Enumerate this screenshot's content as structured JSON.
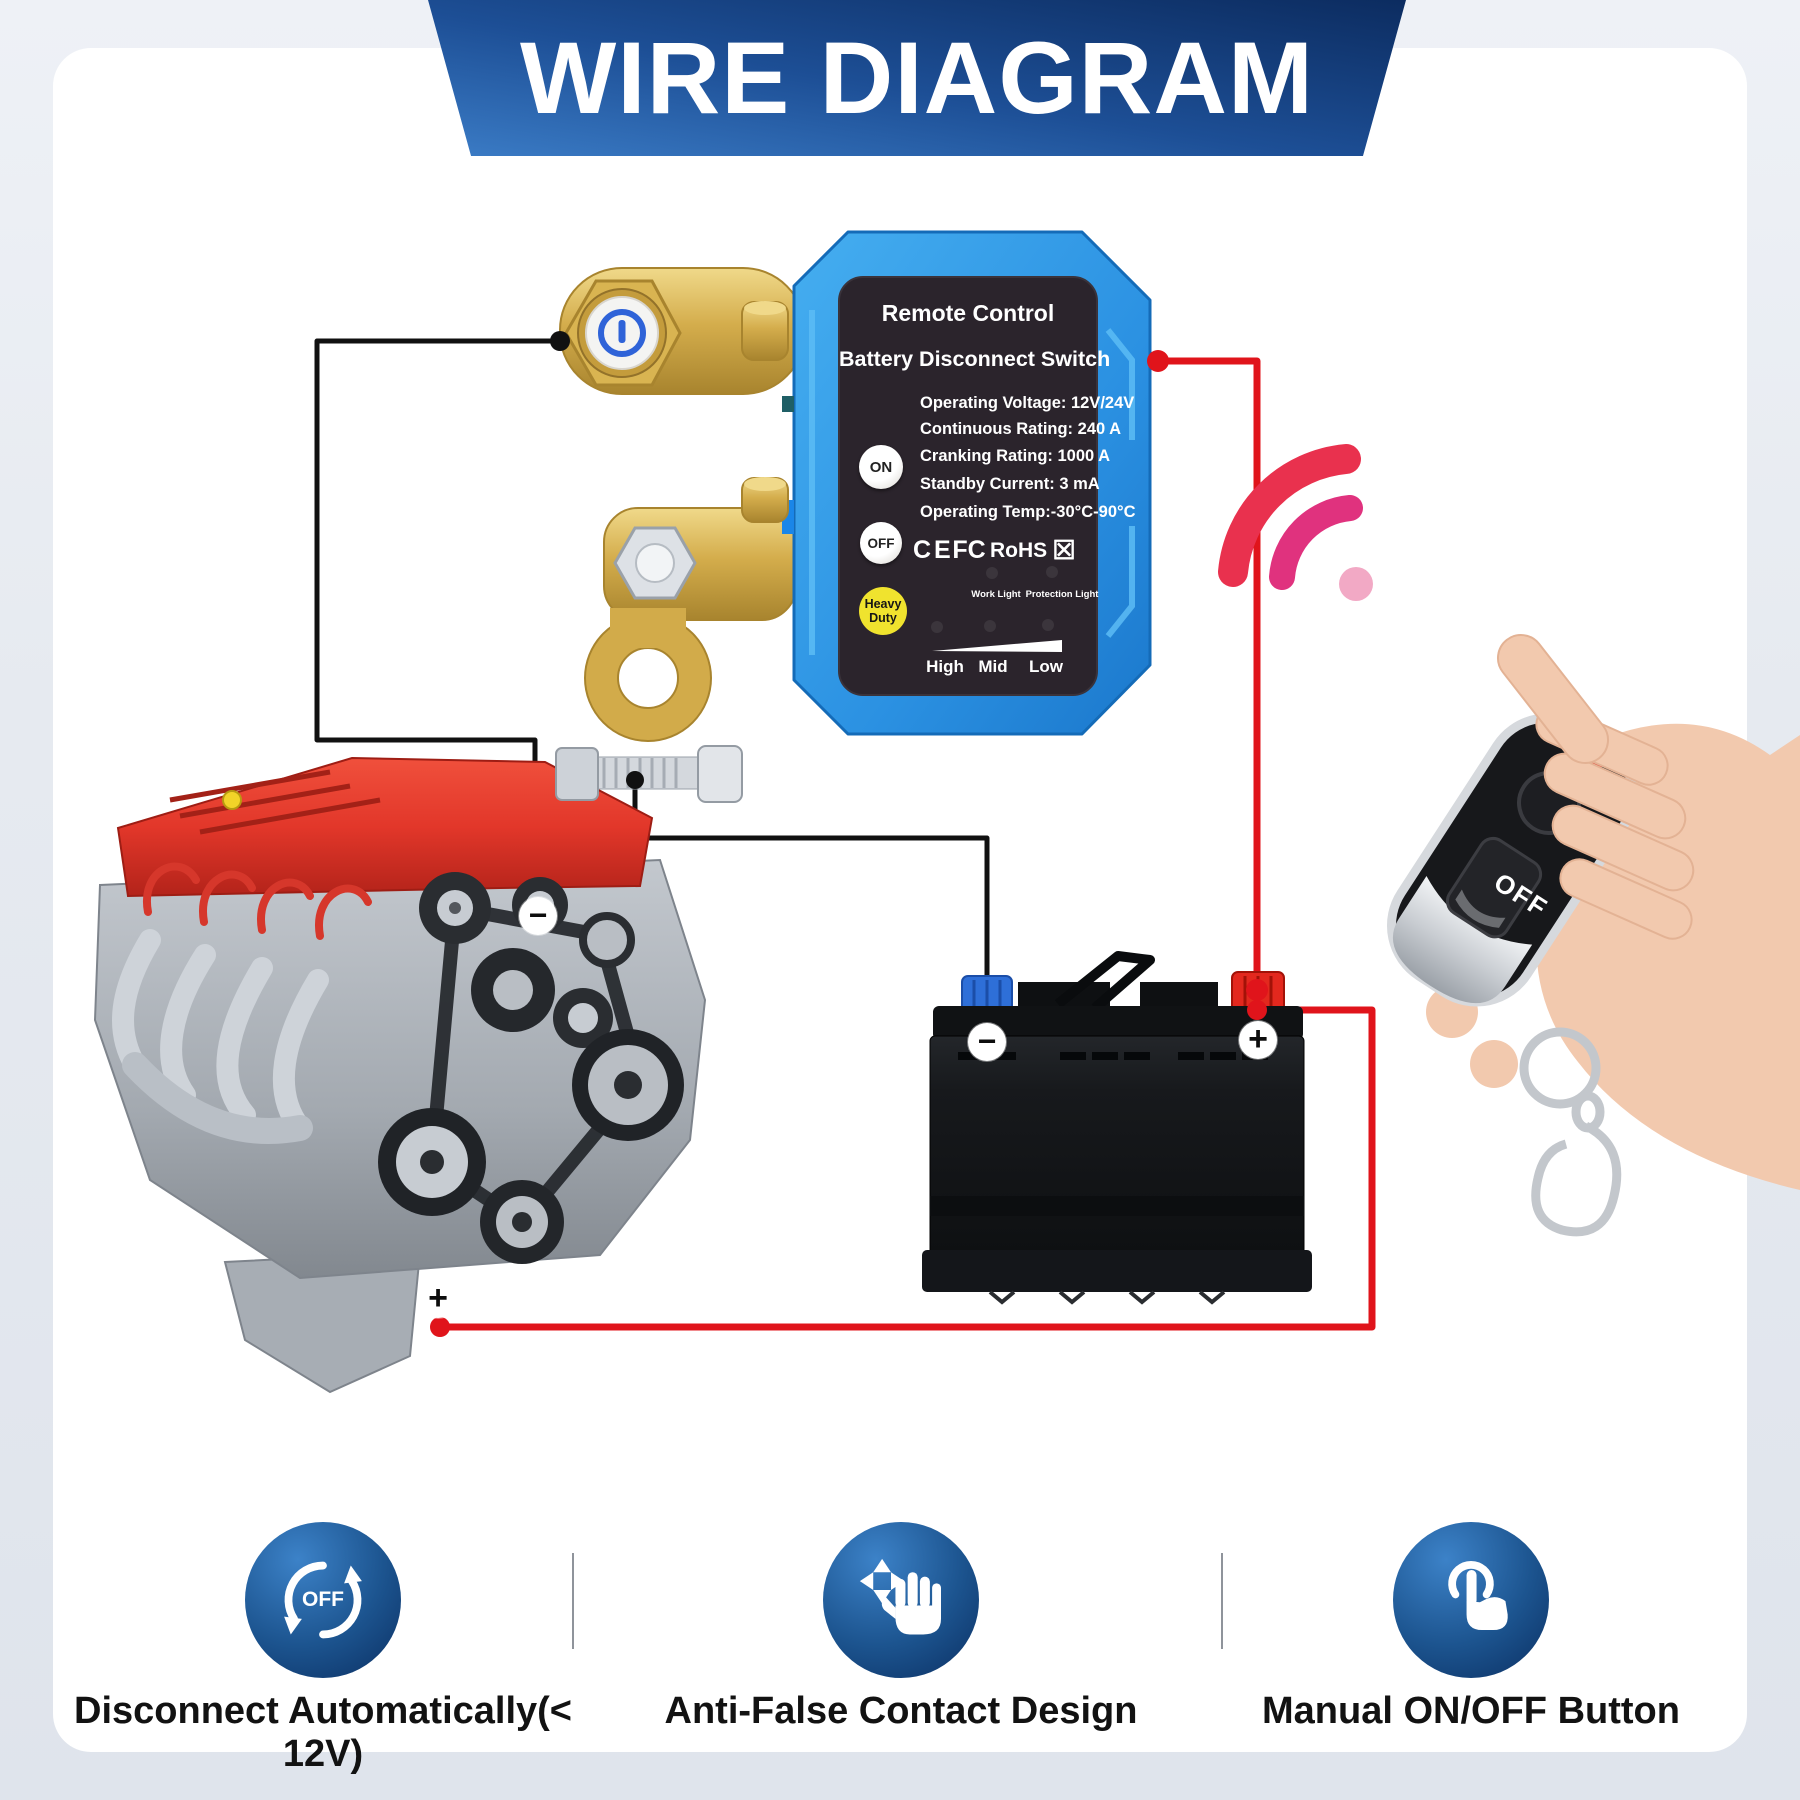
{
  "banner": {
    "title": "WIRE DIAGRAM",
    "color_dark": "#0c2c60",
    "color_light": "#3b7cc6"
  },
  "switch": {
    "title_line1": "Remote Control",
    "title_line2": "Battery Disconnect Switch",
    "specs": [
      "Operating Voltage: 12V/24V",
      "Continuous Rating: 240 A",
      "Cranking Rating: 1000 A",
      "Standby Current: 3 mA",
      "Operating Temp:-30°C-90°C"
    ],
    "on_button": "ON",
    "off_button": "OFF",
    "badge_line1": "Heavy",
    "badge_line2": "Duty",
    "certifications": {
      "ce": "CE",
      "fcc": "FC",
      "rohs": "RoHS",
      "weee": "☒"
    },
    "indicator_labels": {
      "work": "Work Light",
      "protection": "Protection Light"
    },
    "signal_levels": {
      "high": "High",
      "mid": "Mid",
      "low": "Low"
    },
    "body_color": "#2f97e6",
    "label_bg": "#2b242c"
  },
  "remote": {
    "off_label": "OFF"
  },
  "terminals": {
    "minus": "−",
    "plus": "+"
  },
  "wires": {
    "negative_color": "#111111",
    "positive_color": "#e0141b"
  },
  "features": [
    {
      "icon": "auto-off-cycle-icon",
      "icon_text": "OFF",
      "caption": "Disconnect Automatically(< 12V)"
    },
    {
      "icon": "move-hand-icon",
      "caption": "Anti-False Contact Design"
    },
    {
      "icon": "tap-finger-icon",
      "caption": "Manual ON/OFF Button"
    }
  ],
  "feature_circle_color": "#155093"
}
